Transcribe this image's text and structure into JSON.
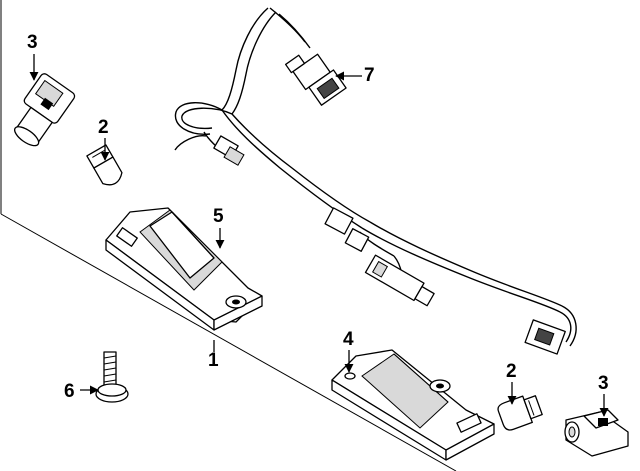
{
  "callouts": {
    "c1": "1",
    "c2a": "2",
    "c2b": "2",
    "c3a": "3",
    "c3b": "3",
    "c4": "4",
    "c5": "5",
    "c6": "6",
    "c7": "7"
  }
}
